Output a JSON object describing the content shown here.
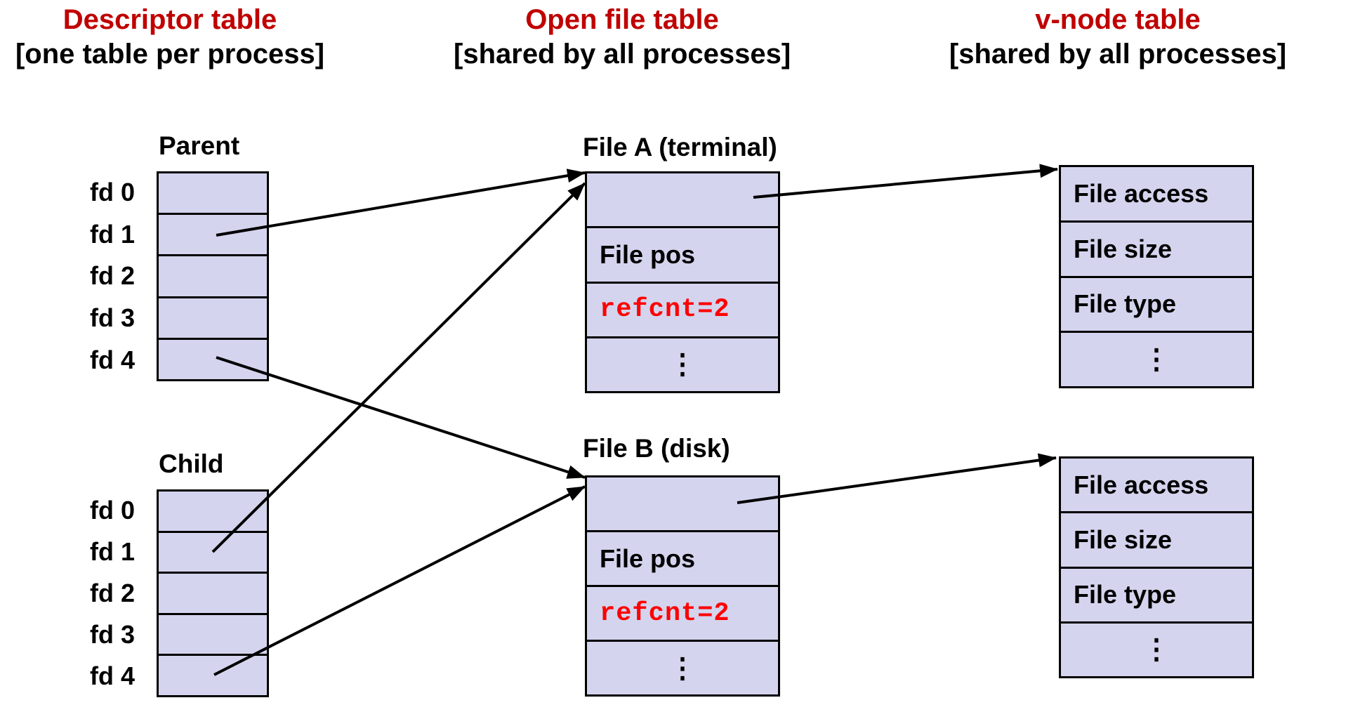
{
  "columns": {
    "descriptor": {
      "title": "Descriptor table",
      "subtitle": "[one table per process]"
    },
    "open_file": {
      "title": "Open file table",
      "subtitle": "[shared by all processes]"
    },
    "vnode": {
      "title": "v-node table",
      "subtitle": "[shared by all processes]"
    }
  },
  "descriptor_tables": [
    {
      "label": "Parent",
      "fd_labels": [
        "fd 0",
        "fd 1",
        "fd 2",
        "fd 3",
        "fd 4"
      ]
    },
    {
      "label": "Child",
      "fd_labels": [
        "fd 0",
        "fd 1",
        "fd 2",
        "fd 3",
        "fd 4"
      ]
    }
  ],
  "open_file_tables": [
    {
      "title": "File A (terminal)",
      "rows": {
        "pointer": "",
        "file_pos": "File pos",
        "refcnt": "refcnt=2",
        "ellipsis": "⋮"
      }
    },
    {
      "title": "File B (disk)",
      "rows": {
        "pointer": "",
        "file_pos": "File pos",
        "refcnt": "refcnt=2",
        "ellipsis": "⋮"
      }
    }
  ],
  "vnode_tables": [
    {
      "rows": [
        "File access",
        "File size",
        "File type",
        "⋮"
      ]
    },
    {
      "rows": [
        "File access",
        "File size",
        "File type",
        "⋮"
      ]
    }
  ],
  "colors": {
    "heading_red": "#c00000",
    "refcnt_red": "#ff0000",
    "cell_fill": "#d4d4ee",
    "line_black": "#000000"
  }
}
